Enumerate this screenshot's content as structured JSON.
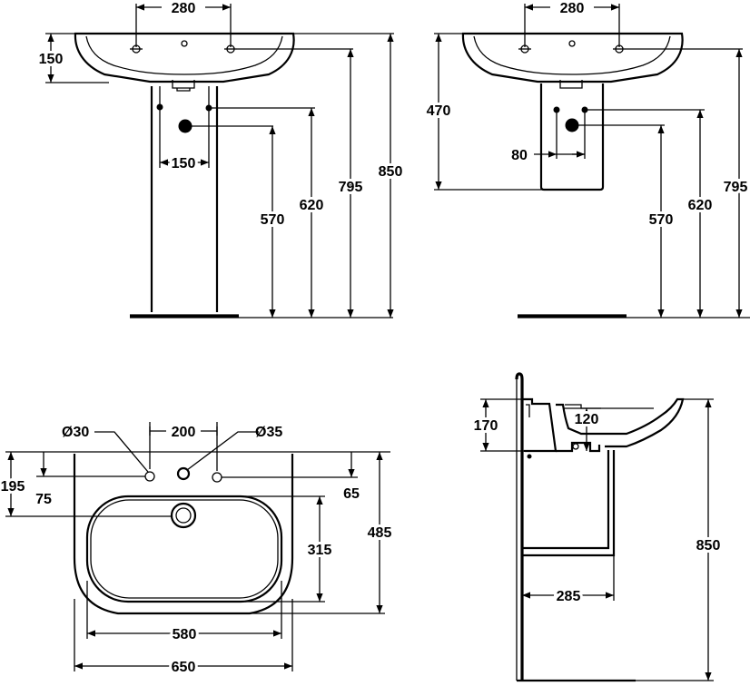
{
  "views": {
    "front_pedestal": {
      "dims": {
        "tap_spacing": "280",
        "bowl_height": "150",
        "pipe_spacing": "150",
        "pipe_height": "570",
        "inlet_height": "620",
        "tap_height": "795",
        "total_height": "850"
      }
    },
    "front_semi_pedestal": {
      "dims": {
        "tap_spacing": "280",
        "pedestal_height": "470",
        "pipe_spacing": "80",
        "pipe_height": "570",
        "inlet_height": "620",
        "tap_height": "795"
      }
    },
    "top": {
      "dims": {
        "hole_left_diameter": "Ø30",
        "hole_spacing": "200",
        "hole_right_diameter": "Ø35",
        "depth_to_holes": "195",
        "offset_left": "75",
        "offset_right": "65",
        "bowl_depth": "315",
        "total_depth": "485",
        "bowl_width": "580",
        "total_width": "650"
      }
    },
    "side": {
      "dims": {
        "bowl_depth": "170",
        "waste_height": "120",
        "projection": "285",
        "total_height": "850"
      }
    }
  }
}
